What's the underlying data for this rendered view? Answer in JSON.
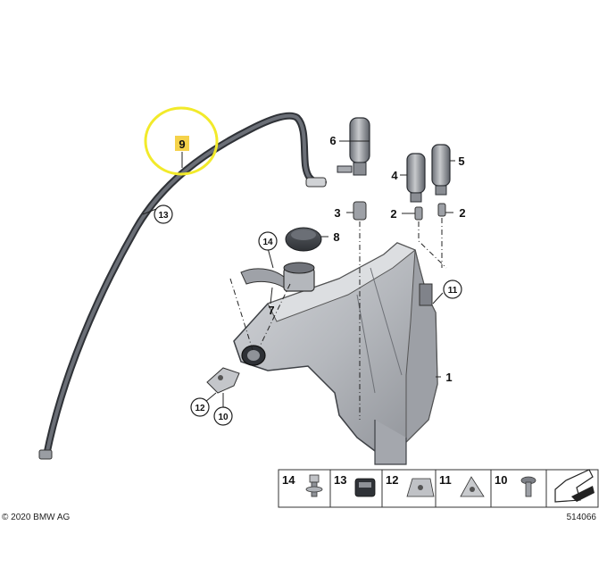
{
  "diagram": {
    "highlighted_callout": "9",
    "callouts": {
      "c1": "1",
      "c2a": "2",
      "c2b": "2",
      "c3": "3",
      "c4": "4",
      "c5": "5",
      "c6": "6",
      "c7": "7",
      "c8": "8",
      "c9": "9",
      "c10": "10",
      "c11": "11",
      "c12": "12",
      "c13": "13",
      "c14": "14"
    },
    "parts_table": [
      "14",
      "13",
      "12",
      "11",
      "10"
    ],
    "copyright": "© 2020 BMW AG",
    "diagram_number": "514066"
  },
  "colors": {
    "highlight_ring": "#f2ea2a",
    "highlight_box": "#f5d24a",
    "hose": "#4a4e55",
    "tank": "#b9bcc2"
  }
}
